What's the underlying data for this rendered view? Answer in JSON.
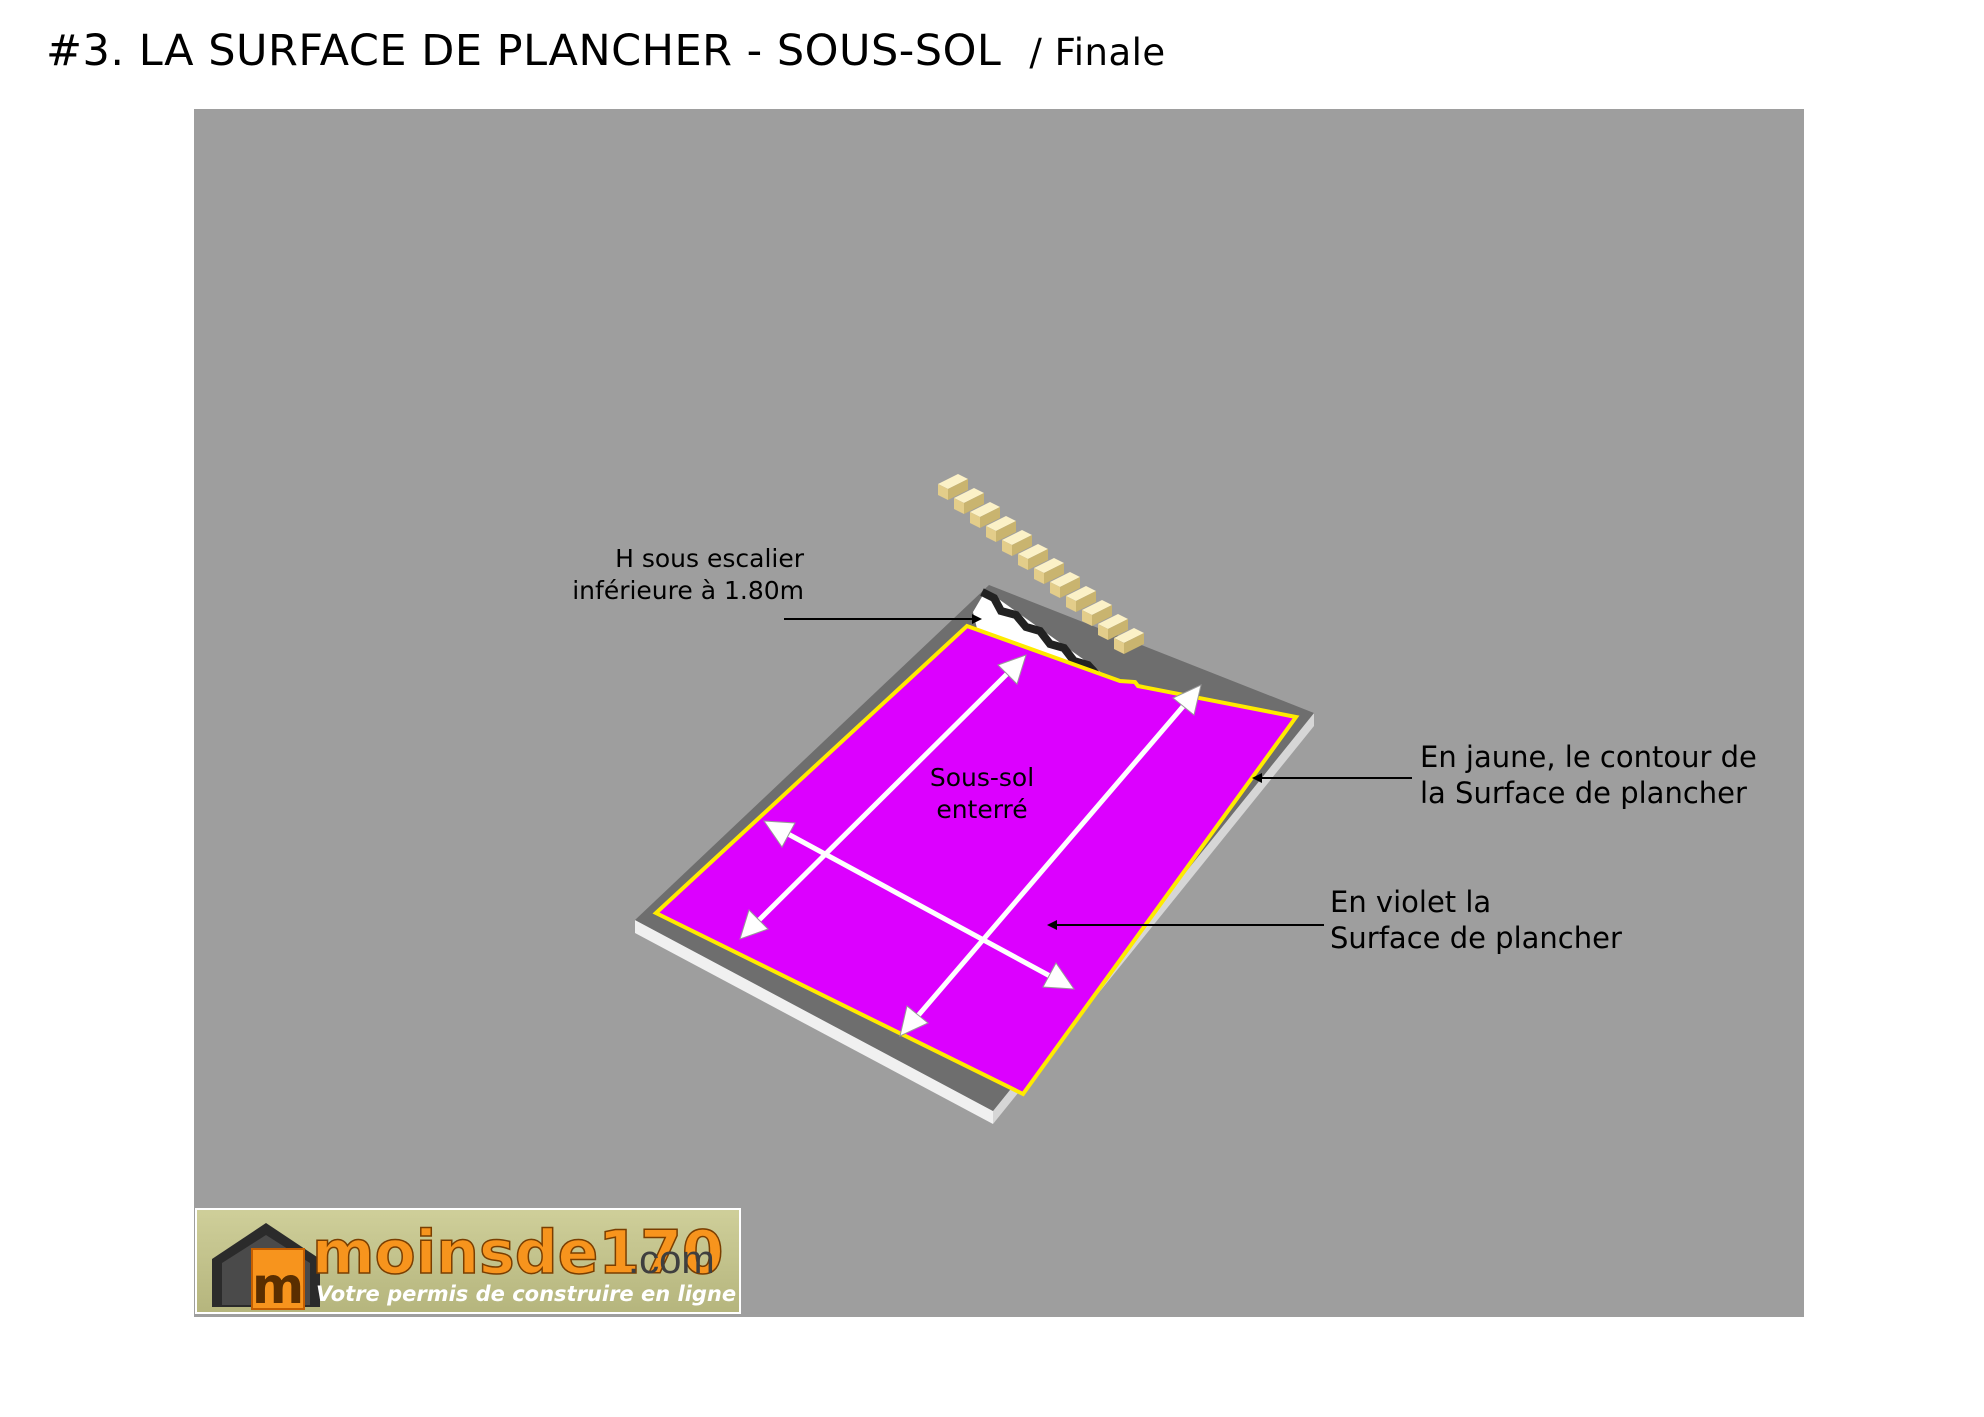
{
  "header": {
    "title": "#3. LA SURFACE DE PLANCHER - SOUS-SOL",
    "subtitle": "/ Finale"
  },
  "diagram": {
    "stair_label_line1": "H sous escalier",
    "stair_label_line2": "inférieure à 1.80m",
    "room_label_line1": "Sous-sol",
    "room_label_line2": "enterré",
    "yellow_label_line1": "En jaune, le contour de",
    "yellow_label_line2": "la Surface de plancher",
    "violet_label_line1": "En violet la",
    "violet_label_line2": "Surface de plancher"
  },
  "logo": {
    "brand": "moinsde170",
    "domain": ".com",
    "tagline": "Votre permis de construire en ligne",
    "emblem_letter": "m"
  },
  "colors": {
    "background": "#9e9e9e",
    "floor_area": "#dc00ff",
    "contour": "#ffea00",
    "slab": "#6e6e6e",
    "stairs": "#f3df9f",
    "logo_orange": "#f7941d"
  }
}
